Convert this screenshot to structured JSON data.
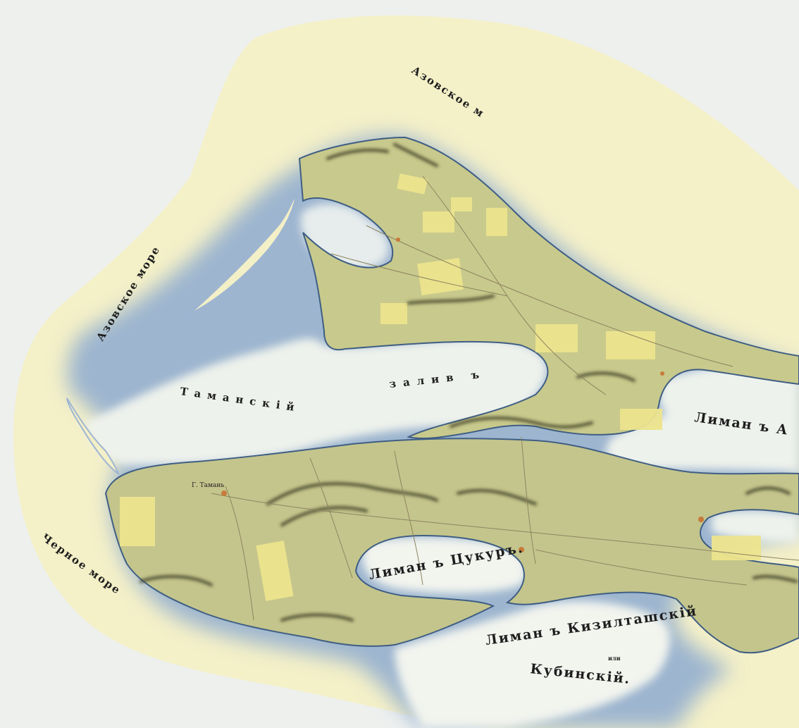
{
  "map": {
    "labels": {
      "azov_sea_left": "Азовское море",
      "azov_sea_top": "Азовское м",
      "taman_bay_1": "Таманскій",
      "taman_bay_2": "залив ъ",
      "liman_akhtan": "Лиман ъ А",
      "liman_tsukur": "Лиман ъ Цукуръ.",
      "liman_kiziltash_1": "Лиман ъ Кизилташскій",
      "liman_kiziltash_or": "или",
      "liman_kubin": "Кубинскій.",
      "black_sea": "Черное море",
      "town_taman": "Г. Тамань"
    },
    "colors": {
      "background": "#eef0ee",
      "sea_halo": "#f4f0c8",
      "shore_blue": "#7f9fc4",
      "water": "#d9e3ea",
      "land": "#c9c98f",
      "fields": "#ece48e",
      "hills": "#4a4a2e",
      "roads": "#8d8460"
    }
  }
}
